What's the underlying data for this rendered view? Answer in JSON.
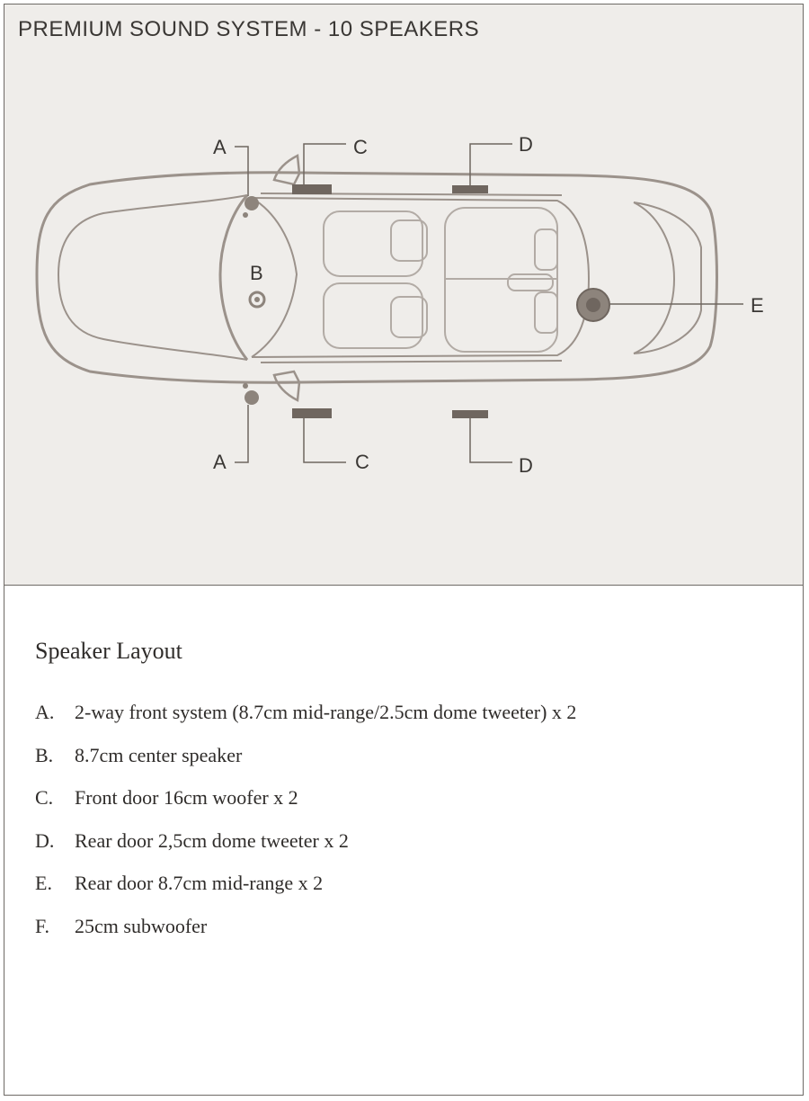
{
  "diagram": {
    "title": "PREMIUM SOUND SYSTEM - 10 SPEAKERS",
    "callouts": {
      "a_top": "A",
      "c_top": "C",
      "d_top": "D",
      "b": "B",
      "e": "E",
      "a_bottom": "A",
      "c_bottom": "C",
      "d_bottom": "D"
    },
    "colors": {
      "car_line": "#9b928b",
      "speaker": "#8d847c",
      "speaker_dark": "#6f665f",
      "background": "#efedea"
    }
  },
  "layout": {
    "title": "Speaker Layout",
    "items": [
      {
        "mark": "A.",
        "text": " 2-way front system (8.7cm mid-range/2.5cm dome tweeter) x 2"
      },
      {
        "mark": "B.",
        "text": "8.7cm center speaker"
      },
      {
        "mark": "C.",
        "text": "Front door 16cm woofer x 2"
      },
      {
        "mark": "D.",
        "text": "Rear door 2,5cm dome tweeter x 2"
      },
      {
        "mark": "E.",
        "text": "Rear door 8.7cm mid-range x 2"
      },
      {
        "mark": "F.",
        "text": "25cm subwoofer"
      }
    ]
  }
}
